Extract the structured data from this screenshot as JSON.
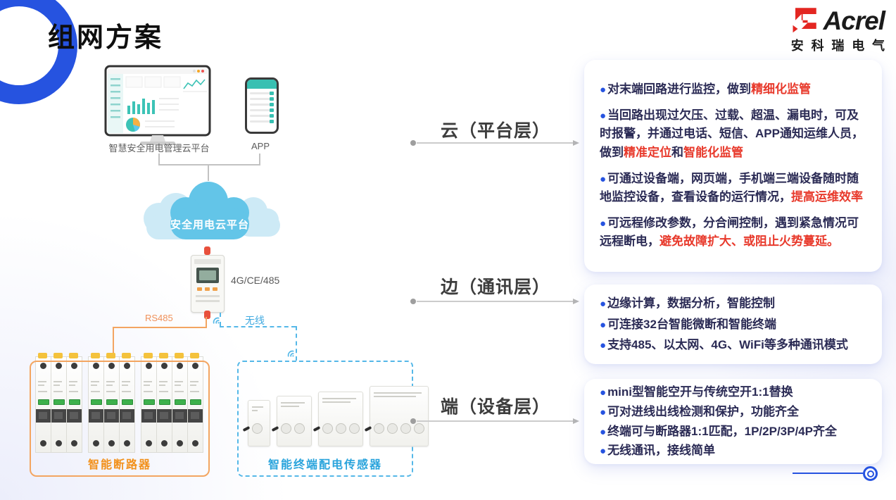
{
  "glyphs": {
    "bullet": "●"
  },
  "colors": {
    "accent_blue": "#2653e0",
    "highlight_red": "#e8392b",
    "orange": "#f3a561",
    "sky_blue": "#55b8e8",
    "teal": "#38c0b2",
    "cloud_front": "#63c5e8",
    "cloud_back": "#cdeaf6"
  },
  "header": {
    "title": "组网方案"
  },
  "logo": {
    "brand": "Acrel",
    "subtext": "安科瑞电气"
  },
  "diagram": {
    "platform_label": "智慧安全用电管理云平台",
    "app_label": "APP",
    "cloud_label": "安全用电云平台",
    "gateway_label": "4G/CE/485",
    "rs485_label": "RS485",
    "wireless_label": "无线",
    "breakers_label": "智能断路器",
    "sensors_label": "智能终端配电传感器"
  },
  "layers": [
    {
      "label": "云（平台层）"
    },
    {
      "label": "边（通讯层）"
    },
    {
      "label": "端（设备层）"
    }
  ],
  "panels": {
    "cloud": {
      "bullets": [
        {
          "segments": [
            {
              "text": "对末端回路进行监控，做到",
              "style": "normal"
            },
            {
              "text": "精细化监管",
              "style": "red"
            }
          ]
        },
        {
          "segments": [
            {
              "text": "当回路出现过欠压、过载、超温、漏电时，可及时报警，并通过电话、短信、APP通知运维人员，做到",
              "style": "normal"
            },
            {
              "text": "精准定位",
              "style": "red"
            },
            {
              "text": "和",
              "style": "normal"
            },
            {
              "text": "智能化监管",
              "style": "red"
            }
          ]
        },
        {
          "segments": [
            {
              "text": "可通过设备端，网页端，手机端三端设备随时随地监控设备，查看设备的运行情况，",
              "style": "normal"
            },
            {
              "text": "提高运维效率",
              "style": "red"
            }
          ]
        },
        {
          "segments": [
            {
              "text": "可远程修改参数，分合闸控制，遇到紧急情况可远程断电，",
              "style": "normal"
            },
            {
              "text": "避免故障扩大、或阻止火势蔓延。",
              "style": "red"
            }
          ]
        }
      ]
    },
    "edge": {
      "bullets": [
        {
          "segments": [
            {
              "text": "边缘计算，数据分析，智能控制",
              "style": "normal"
            }
          ]
        },
        {
          "segments": [
            {
              "text": "可连接32台智能微断和智能终端",
              "style": "normal"
            }
          ]
        },
        {
          "segments": [
            {
              "text": "支持485、以太网、4G、WiFi等多种通讯模式",
              "style": "normal"
            }
          ]
        }
      ]
    },
    "device": {
      "bullets": [
        {
          "segments": [
            {
              "text": "mini型智能空开与传统空开1:1替换",
              "style": "normal"
            }
          ]
        },
        {
          "segments": [
            {
              "text": "可对进线出线检测和保护，功能齐全",
              "style": "normal"
            }
          ]
        },
        {
          "segments": [
            {
              "text": "终端可与断路器1:1匹配，1P/2P/3P/4P齐全",
              "style": "normal"
            }
          ]
        },
        {
          "segments": [
            {
              "text": "无线通讯，接线简单",
              "style": "normal"
            }
          ]
        }
      ]
    }
  }
}
